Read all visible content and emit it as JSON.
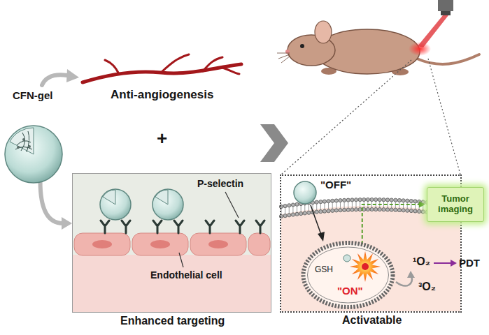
{
  "diagram": {
    "nodes": [
      {
        "text": [
          "CFN-gel"
        ]
      },
      {
        "text": [
          "Enhanced targeting"
        ]
      },
      {
        "text": [
          "Activatable"
        ]
      },
      {
        "text": [
          "GSH",
          "\"ON\""
        ],
        "in": 2
      },
      {
        "text": [
          "Tumor imaging"
        ]
      }
    ],
    "edges": [
      {
        "from": 0,
        "to": 1,
        "arrow": "to"
      },
      {
        "from": 3,
        "to": 4,
        "arrow": "to"
      }
    ],
    "labels": [
      "Anti-angiogenesis",
      "+",
      "P-selectin",
      "Endothelial cell",
      "\"OFF\"",
      "¹O₂",
      "³O₂",
      "PDT"
    ]
  }
}
